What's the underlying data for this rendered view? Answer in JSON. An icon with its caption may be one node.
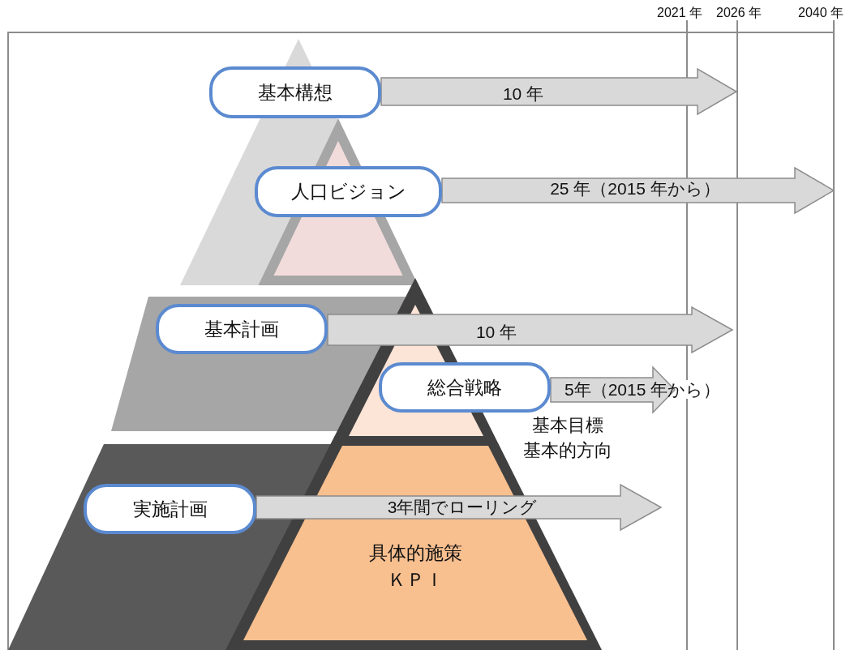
{
  "diagram": {
    "nodes": [
      {
        "text": [
          "基本構想"
        ]
      },
      {
        "text": [
          "人口ビジョン"
        ]
      },
      {
        "text": [
          "基本計画"
        ]
      },
      {
        "text": [
          "総合戦略"
        ]
      },
      {
        "text": [
          "実施計画"
        ]
      },
      {
        "text": [
          "具体的施策",
          "ＫＰＩ"
        ]
      }
    ],
    "edges": [
      {
        "from": 0,
        "to": null,
        "arrow": "to",
        "label": "10 年"
      },
      {
        "from": 1,
        "to": null,
        "arrow": "to",
        "label": "25 年（2015 年から）"
      },
      {
        "from": 2,
        "to": null,
        "arrow": "to",
        "label": "10 年"
      },
      {
        "from": 3,
        "to": null,
        "arrow": "to",
        "label": "5年（2015 年から）"
      },
      {
        "from": 4,
        "to": null,
        "arrow": "to",
        "label": "3年間でローリング"
      }
    ],
    "labels": [
      "2021 年",
      "2026 年",
      "2040 年",
      "基本目標",
      "基本的方向"
    ]
  }
}
